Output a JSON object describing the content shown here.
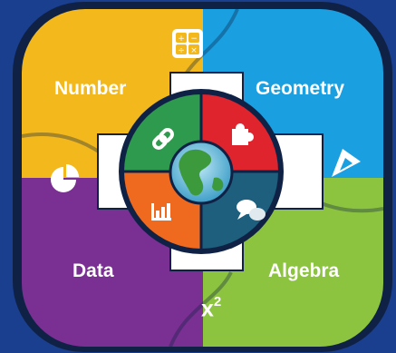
{
  "quadrants": {
    "number": {
      "label": "Number",
      "color": "#f2b81c",
      "icon": "calculator-icon"
    },
    "geometry": {
      "label": "Geometry",
      "color": "#1a9fe0",
      "icon": "triangle-ruler-icon"
    },
    "data": {
      "label": "Data",
      "color": "#7a2f93",
      "icon": "pie-chart-icon"
    },
    "algebra": {
      "label": "Algebra",
      "color": "#8cc43f",
      "icon": "x-squared-icon",
      "symbol_base": "x",
      "symbol_exponent": "2"
    }
  },
  "center": {
    "icon": "globe-icon",
    "segments": [
      {
        "icon": "link-icon",
        "color": "#2e9a4d"
      },
      {
        "icon": "puzzle-icon",
        "color": "#e0242d"
      },
      {
        "icon": "bar-chart-icon",
        "color": "#ef6a1f"
      },
      {
        "icon": "speech-bubbles-icon",
        "color": "#1d5f7c"
      }
    ]
  },
  "colors": {
    "background": "#1b3f8f",
    "frame": "#0f2246",
    "cross": "#ffffff"
  }
}
